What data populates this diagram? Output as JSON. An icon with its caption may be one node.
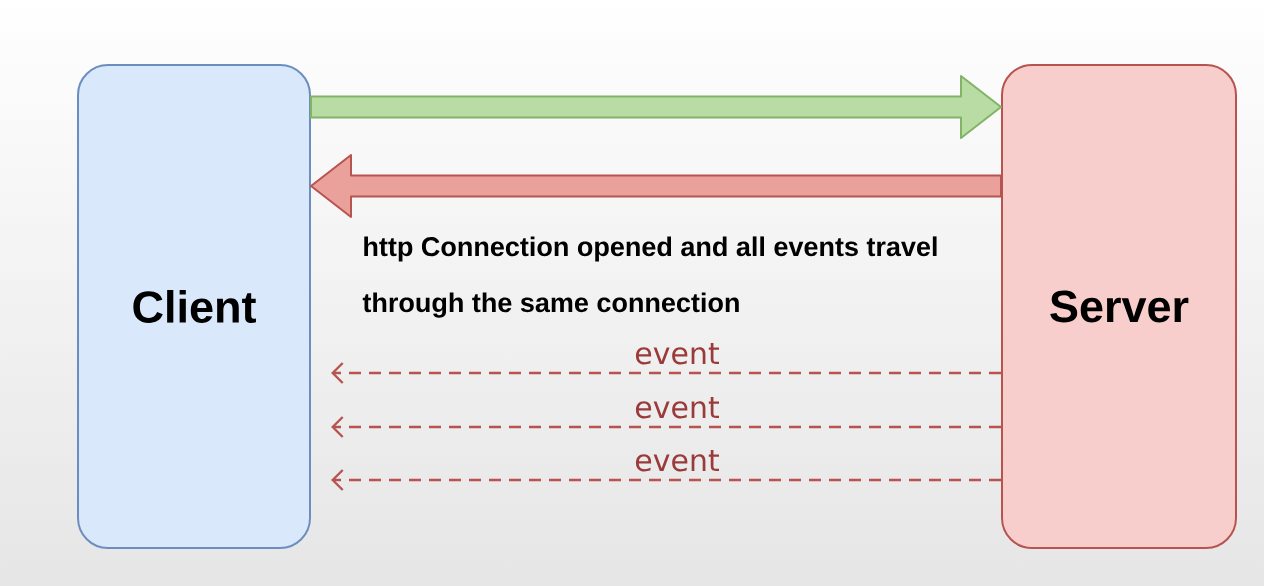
{
  "diagram": {
    "nodes": [
      {
        "text": [
          "Client"
        ]
      },
      {
        "text": [
          "Server"
        ]
      }
    ],
    "edges": [
      {
        "from": 0,
        "to": 1,
        "arrow": "to",
        "style": "thick",
        "color": "#82b366"
      },
      {
        "from": 1,
        "to": 0,
        "arrow": "to",
        "style": "thick"
      },
      {
        "from": 1,
        "to": 0,
        "arrow": "to",
        "style": "dashed",
        "label": "event"
      },
      {
        "from": 1,
        "to": 0,
        "arrow": "to",
        "style": "dashed",
        "label": "event"
      },
      {
        "from": 1,
        "to": 0,
        "arrow": "to",
        "style": "dashed",
        "label": "event"
      }
    ],
    "labels": [
      "http Connection opened and all events travel through the same connection"
    ]
  }
}
